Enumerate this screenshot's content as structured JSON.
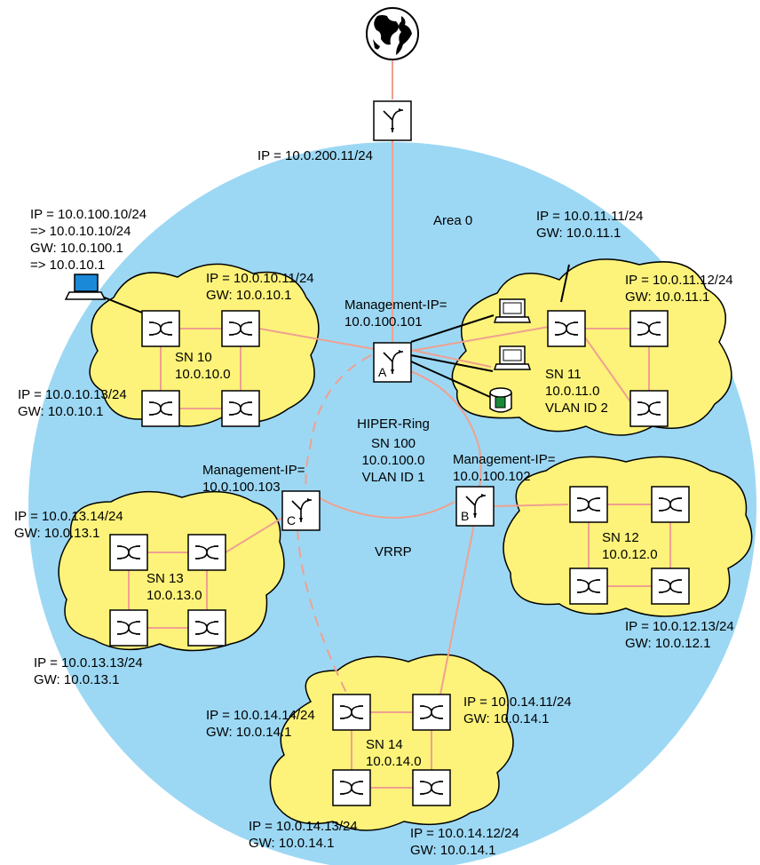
{
  "title": "",
  "area": {
    "label": "Area 0",
    "fill": "#9cd8f4"
  },
  "colors": {
    "link": "#f0a090",
    "cloud": "#fdf37a",
    "area": "#9cd8f4",
    "ring": "#f0a090",
    "device": "#000000"
  },
  "internet": {
    "icon": "globe-icon"
  },
  "router_top": {
    "ip": "IP = 10.0.200.11/24"
  },
  "hiper_ring": {
    "name": "HIPER-Ring",
    "subnet": "SN 100",
    "network": "10.0.100.0",
    "vlan": "VLAN ID 1"
  },
  "vrrp": {
    "label": "VRRP"
  },
  "routers": [
    {
      "letter": "A",
      "mgmt_label": "Management-IP=",
      "mgmt_ip": "10.0.100.101"
    },
    {
      "letter": "B",
      "mgmt_label": "Management-IP=",
      "mgmt_ip": "10.0.100.102"
    },
    {
      "letter": "C",
      "mgmt_label": "Management-IP=",
      "mgmt_ip": "10.0.100.103"
    }
  ],
  "laptop": {
    "ip": "IP = 10.0.100.10/24",
    "ip_new": "=> 10.0.10.10/24",
    "gw": "GW: 10.0.100.1",
    "gw_new": "=> 10.0.10.1"
  },
  "subnets": {
    "sn10": {
      "name": "SN 10",
      "network": "10.0.10.0",
      "switch_top_right": {
        "ip": "IP = 10.0.10.11/24",
        "gw": "GW: 10.0.10.1"
      },
      "switch_bottom_left": {
        "ip": "IP = 10.0.10.13/24",
        "gw": "GW: 10.0.10.1"
      }
    },
    "sn11": {
      "name": "SN 11",
      "network": "10.0.11.0",
      "vlan": "VLAN ID 2",
      "switch_top_left": {
        "ip": "IP = 10.0.11.11/24",
        "gw": "GW: 10.0.11.1"
      },
      "switch_top_right": {
        "ip": "IP = 10.0.11.12/24",
        "gw": "GW: 10.0.11.1"
      }
    },
    "sn12": {
      "name": "SN 12",
      "network": "10.0.12.0",
      "switch_bottom_right": {
        "ip": "IP = 10.0.12.13/24",
        "gw": "GW: 10.0.12.1"
      }
    },
    "sn13": {
      "name": "SN 13",
      "network": "10.0.13.0",
      "switch_top_left": {
        "ip": "IP = 10.0.13.14/24",
        "gw": "GW: 10.0.13.1"
      },
      "switch_bottom_left": {
        "ip": "IP = 10.0.13.13/24",
        "gw": "GW: 10.0.13.1"
      }
    },
    "sn14": {
      "name": "SN 14",
      "network": "10.0.14.0",
      "switch_top_left": {
        "ip": "IP = 10.0.14.14/24",
        "gw": "GW: 10.0.14.1"
      },
      "switch_top_right": {
        "ip": "IP = 10.0.14.11/24",
        "gw": "GW: 10.0.14.1"
      },
      "switch_bottom_left": {
        "ip": "IP = 10.0.14.13/24",
        "gw": "GW: 10.0.14.1"
      },
      "switch_bottom_right": {
        "ip": "IP = 10.0.14.12/24",
        "gw": "GW: 10.0.14.1"
      }
    }
  }
}
